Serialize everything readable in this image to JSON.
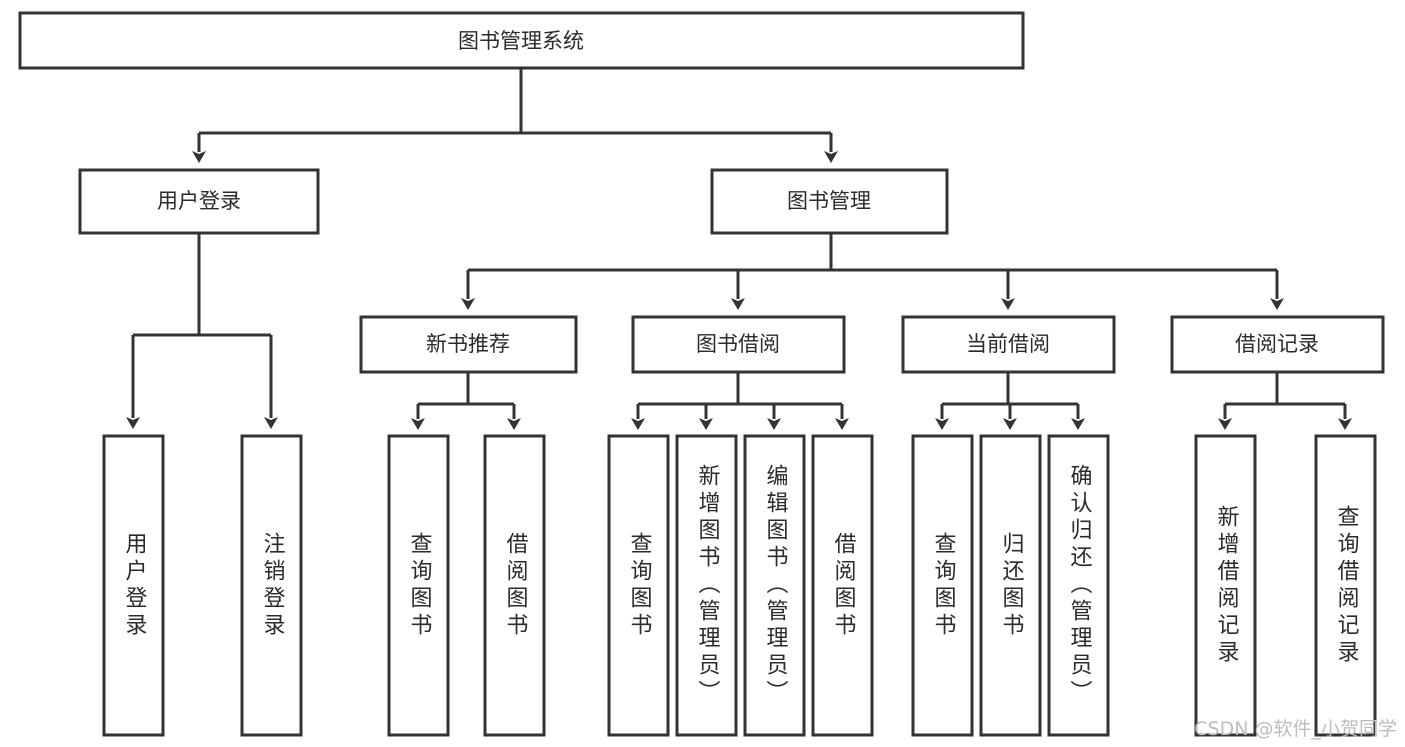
{
  "diagram": {
    "title_node": {
      "label": "图书管理系统"
    },
    "level2": [
      {
        "id": "user-login",
        "label": "用户登录"
      },
      {
        "id": "book-manage",
        "label": "图书管理"
      }
    ],
    "level3": [
      {
        "id": "new-book-rec",
        "label": "新书推荐"
      },
      {
        "id": "book-borrow",
        "label": "图书借阅"
      },
      {
        "id": "current-borrow",
        "label": "当前借阅"
      },
      {
        "id": "borrow-record",
        "label": "借阅记录"
      }
    ],
    "leaves": {
      "user_login": [
        {
          "id": "leaf-user-login",
          "label": "用户登录"
        },
        {
          "id": "leaf-logout",
          "label": "注销登录"
        }
      ],
      "new_book_rec": [
        {
          "id": "leaf-query-book-1",
          "label": "查询图书"
        },
        {
          "id": "leaf-borrow-book-1",
          "label": "借阅图书"
        }
      ],
      "book_borrow": [
        {
          "id": "leaf-query-book-2",
          "label": "查询图书"
        },
        {
          "id": "leaf-add-book",
          "label": "新增图书（管理员）"
        },
        {
          "id": "leaf-edit-book",
          "label": "编辑图书（管理员）"
        },
        {
          "id": "leaf-borrow-book-2",
          "label": "借阅图书"
        }
      ],
      "current_borrow": [
        {
          "id": "leaf-query-book-3",
          "label": "查询图书"
        },
        {
          "id": "leaf-return-book",
          "label": "归还图书"
        },
        {
          "id": "leaf-confirm-return",
          "label": "确认归还（管理员）"
        }
      ],
      "borrow_record": [
        {
          "id": "leaf-add-record",
          "label": "新增借阅记录"
        },
        {
          "id": "leaf-query-record",
          "label": "查询借阅记录"
        }
      ]
    }
  },
  "watermark": {
    "text": "CSDN @软件_小贺同学"
  },
  "colors": {
    "stroke": "#333333",
    "node_fill": "#ffffff",
    "text": "#2b2b2b",
    "watermark": "#bdbdbd",
    "background": "#ffffff"
  }
}
